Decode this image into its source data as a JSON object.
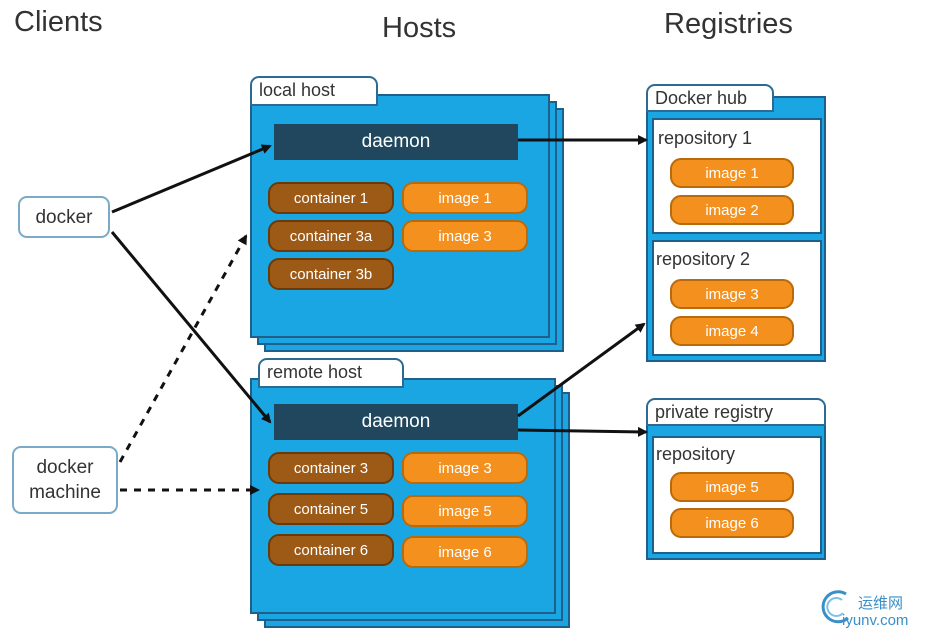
{
  "columns": {
    "clients": "Clients",
    "hosts": "Hosts",
    "registries": "Registries"
  },
  "clients": {
    "docker": "docker",
    "docker_machine_line1": "docker",
    "docker_machine_line2": "machine"
  },
  "local_host": {
    "label": "local host",
    "daemon": "daemon",
    "containers": [
      "container 1",
      "container 3a",
      "container 3b"
    ],
    "images": [
      "image 1",
      "image 3"
    ]
  },
  "remote_host": {
    "label": "remote host",
    "daemon": "daemon",
    "containers": [
      "container 3",
      "container 5",
      "container 6"
    ],
    "images": [
      "image 3",
      "image 5",
      "image 6"
    ]
  },
  "docker_hub": {
    "label": "Docker hub",
    "repositories": [
      {
        "label": "repository 1",
        "images": [
          "image 1",
          "image 2"
        ]
      },
      {
        "label": "repository 2",
        "images": [
          "image 3",
          "image 4"
        ]
      }
    ]
  },
  "private_registry": {
    "label": "private registry",
    "repository": {
      "label": "repository",
      "images": [
        "image 5",
        "image 6"
      ]
    }
  },
  "watermark": {
    "line1": "运维网",
    "line2": "iyunv.com"
  },
  "colors": {
    "host_blue": "#1aa6e3",
    "daemon_dark": "#20475e",
    "container_brown": "#9d5a16",
    "image_orange": "#f4901e"
  }
}
